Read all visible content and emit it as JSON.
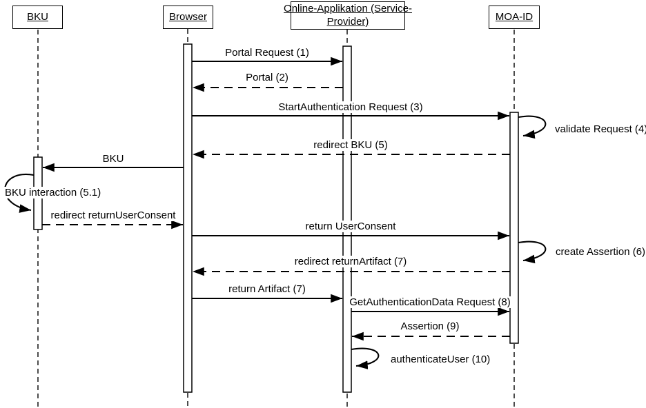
{
  "diagram": {
    "type": "uml-sequence-diagram",
    "colors": {
      "ink": "#000000",
      "paper": "#ffffff"
    },
    "actors": [
      {
        "id": "bku",
        "lines": [
          "BKU"
        ]
      },
      {
        "id": "browser",
        "lines": [
          "Browser"
        ]
      },
      {
        "id": "online-app",
        "lines": [
          "Online-Applikation (Service-",
          "Provider)"
        ]
      },
      {
        "id": "moa-id",
        "lines": [
          "MOA-ID"
        ]
      }
    ],
    "messages": [
      {
        "label": "Portal Request (1)",
        "from": "browser",
        "to": "online-app",
        "line": "solid"
      },
      {
        "label": "Portal (2)",
        "from": "online-app",
        "to": "browser",
        "line": "dashed"
      },
      {
        "label": "StartAuthentication Request (3)",
        "from": "browser",
        "to": "moa-id",
        "line": "solid"
      },
      {
        "label": "validate Request (4)",
        "actor": "moa-id",
        "line": "self"
      },
      {
        "label": "redirect BKU (5)",
        "from": "moa-id",
        "to": "browser",
        "line": "dashed"
      },
      {
        "label": "BKU",
        "from": "browser",
        "to": "bku",
        "line": "solid"
      },
      {
        "label": "BKU interaction (5.1)",
        "actor": "bku",
        "line": "self"
      },
      {
        "label": "redirect returnUserConsent",
        "from": "bku",
        "to": "browser",
        "line": "dashed"
      },
      {
        "label": "return UserConsent",
        "from": "browser",
        "to": "moa-id",
        "line": "solid"
      },
      {
        "label": "create Assertion (6)",
        "actor": "moa-id",
        "line": "self"
      },
      {
        "label": "redirect returnArtifact (7)",
        "from": "moa-id",
        "to": "browser",
        "line": "dashed"
      },
      {
        "label": "return Artifact (7)",
        "from": "browser",
        "to": "online-app",
        "line": "solid"
      },
      {
        "label": "GetAuthenticationData Request (8)",
        "from": "online-app",
        "to": "moa-id",
        "line": "solid"
      },
      {
        "label": "Assertion (9)",
        "from": "moa-id",
        "to": "online-app",
        "line": "dashed"
      },
      {
        "label": "authenticateUser (10)",
        "actor": "online-app",
        "line": "self"
      }
    ]
  }
}
